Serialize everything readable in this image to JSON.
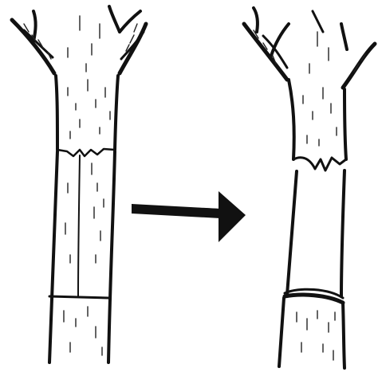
{
  "illustration": {
    "panels": [
      {
        "id": "before",
        "part": "grafted-trunk"
      },
      {
        "id": "after",
        "part": "separated-trunk"
      }
    ],
    "arrow": {
      "direction": "right"
    },
    "colors": {
      "ink": "#111111",
      "paper": "#ffffff"
    }
  }
}
